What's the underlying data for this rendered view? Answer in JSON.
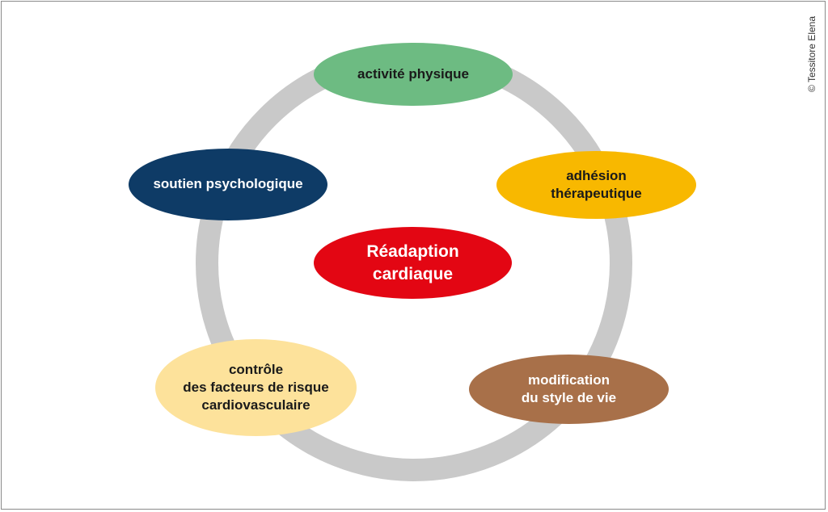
{
  "diagram": {
    "center": {
      "label": "Réadaption\ncardiaque",
      "fill": "#e30613",
      "text_color": "#ffffff"
    },
    "nodes": [
      {
        "id": "top",
        "label": "activité physique",
        "fill": "#6dbb82",
        "text_color": "#1a1a1a"
      },
      {
        "id": "right",
        "label": "adhésion\nthérapeutique",
        "fill": "#f8b800",
        "text_color": "#1a1a1a"
      },
      {
        "id": "bottom_right",
        "label": "modification\ndu style de vie",
        "fill": "#a87049",
        "text_color": "#ffffff"
      },
      {
        "id": "bottom_left",
        "label": "contrôle\ndes facteurs de risque\ncardiovasculaire",
        "fill": "#fde29b",
        "text_color": "#1a1a1a"
      },
      {
        "id": "left",
        "label": "soutien psychologique",
        "fill": "#0e3b66",
        "text_color": "#ffffff"
      }
    ],
    "ring_color": "#c9c9c9"
  },
  "credit": "© Tessitore Elena"
}
